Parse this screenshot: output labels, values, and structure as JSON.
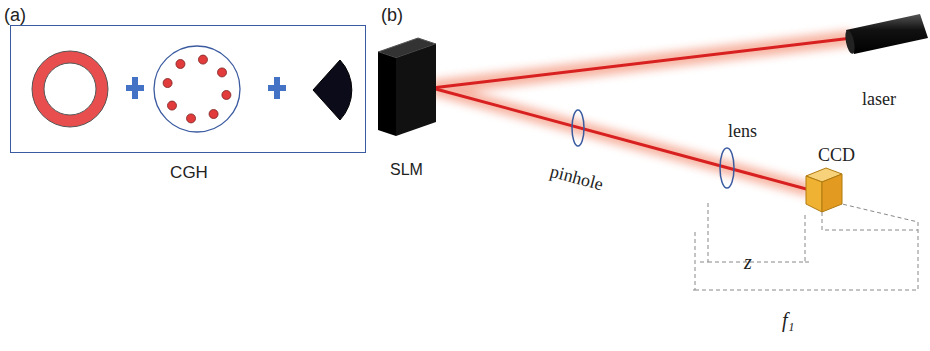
{
  "diagram": {
    "nodes": [
      {
        "text": [
          "CGH"
        ]
      }
    ],
    "labels": [
      "(a)",
      "(b)",
      "SLM",
      "pinhole",
      "lens",
      "CCD",
      "laser",
      "z",
      "f₁"
    ]
  }
}
